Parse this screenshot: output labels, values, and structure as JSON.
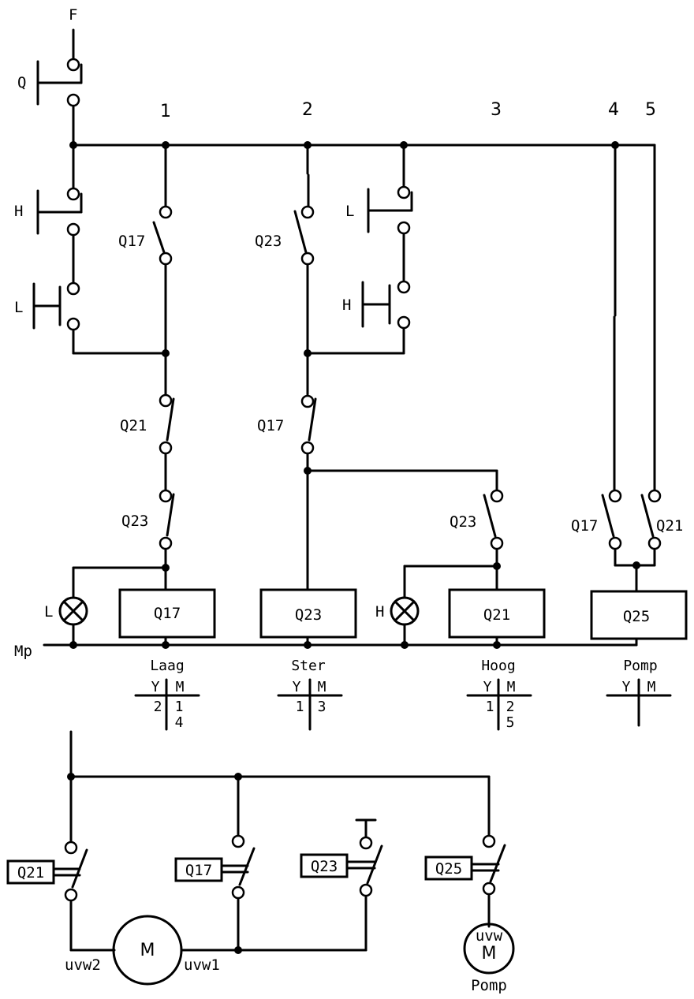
{
  "supply": {
    "top_label": "F",
    "main_switch": "Q",
    "return_rail": "Mp"
  },
  "rungs": [
    "1",
    "2",
    "3",
    "4",
    "5"
  ],
  "pushbuttons": {
    "r1_start": "H",
    "r1_stop": "L",
    "r3_start": "L",
    "r3_stop": "H"
  },
  "contacts": {
    "r1_hold": "Q17",
    "r1_interlock": "Q21",
    "r1_timer": "Q23",
    "r2_timer": "Q23",
    "r2_lock": "Q17",
    "r3_timer": "Q23",
    "r4": "Q17",
    "r5": "Q21"
  },
  "coils": [
    "Q17",
    "Q23",
    "Q21",
    "Q25"
  ],
  "lamps": [
    "L",
    "H"
  ],
  "tables": [
    {
      "name": "Laag",
      "left_head": "Y",
      "right_head": "M",
      "left": [
        "2"
      ],
      "right": [
        "1",
        "4"
      ]
    },
    {
      "name": "Ster",
      "left_head": "Y",
      "right_head": "M",
      "left": [
        "1"
      ],
      "right": [
        "3"
      ]
    },
    {
      "name": "Hoog",
      "left_head": "Y",
      "right_head": "M",
      "left": [
        "1"
      ],
      "right": [
        "2",
        "5"
      ]
    },
    {
      "name": "Pomp",
      "left_head": "Y",
      "right_head": "M",
      "left": [],
      "right": []
    }
  ],
  "power": {
    "contacts": [
      "Q21",
      "Q17",
      "Q23",
      "Q25"
    ],
    "motor": "M",
    "motor_left": "uvw2",
    "motor_right": "uvw1",
    "pump_terminal": "uvw",
    "pump_motor": "M",
    "pump_label": "Pomp"
  }
}
